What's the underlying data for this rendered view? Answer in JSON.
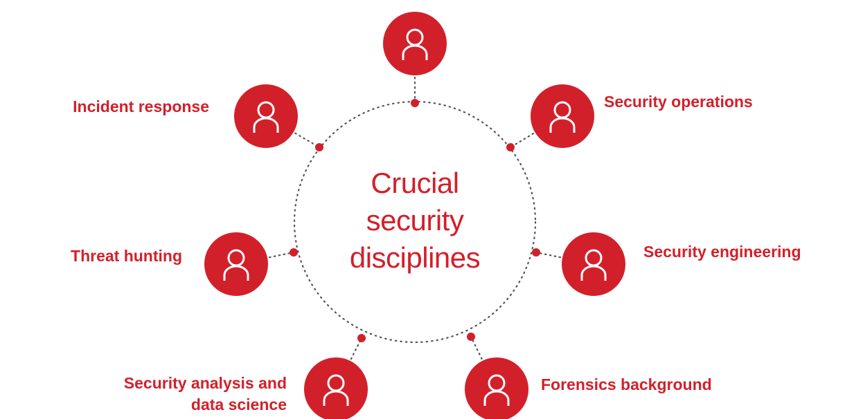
{
  "title_lines": [
    "Crucial",
    "security",
    "disciplines"
  ],
  "disciplines": [
    {
      "label": "",
      "icon": "person-icon"
    },
    {
      "label": "Security operations",
      "icon": "person-icon"
    },
    {
      "label": "Security engineering",
      "icon": "person-icon"
    },
    {
      "label": "Forensics background",
      "icon": "person-icon"
    },
    {
      "label_lines": [
        "Security analysis and",
        "data science"
      ],
      "icon": "person-icon"
    },
    {
      "label": "Threat hunting",
      "icon": "person-icon"
    },
    {
      "label": "Incident response",
      "icon": "person-icon"
    }
  ],
  "colors": {
    "accent": "#d2202a",
    "dots": "#555555"
  }
}
